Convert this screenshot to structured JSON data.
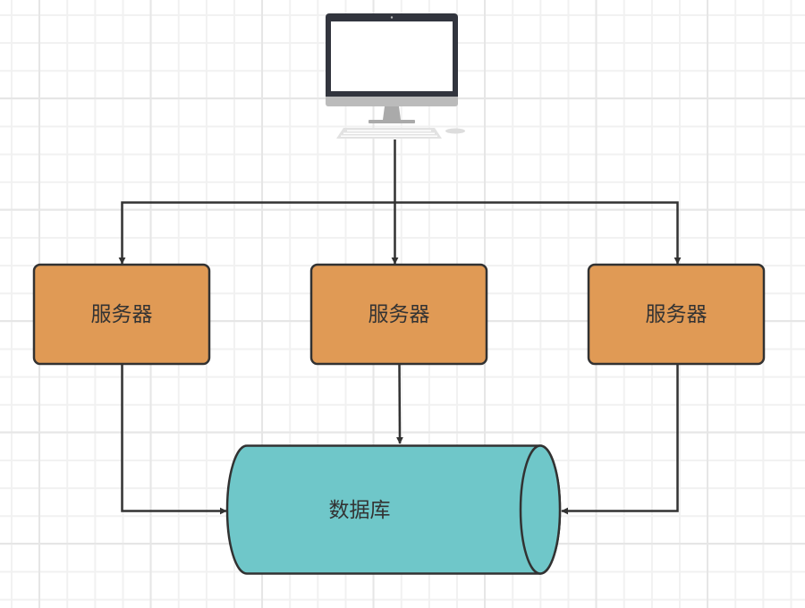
{
  "diagram": {
    "type": "architecture",
    "colors": {
      "server_fill": "#E09A55",
      "database_fill": "#6FC7C9",
      "stroke": "#323232",
      "text": "#333333"
    },
    "client": {
      "icon": "desktop-computer-icon",
      "label": ""
    },
    "servers": [
      {
        "label": "服务器"
      },
      {
        "label": "服务器"
      },
      {
        "label": "服务器"
      }
    ],
    "database": {
      "label": "数据库"
    },
    "edges": [
      {
        "from": "client",
        "to": "server-1"
      },
      {
        "from": "client",
        "to": "server-2"
      },
      {
        "from": "client",
        "to": "server-3"
      },
      {
        "from": "server-1",
        "to": "database"
      },
      {
        "from": "server-2",
        "to": "database"
      },
      {
        "from": "server-3",
        "to": "database"
      }
    ]
  }
}
